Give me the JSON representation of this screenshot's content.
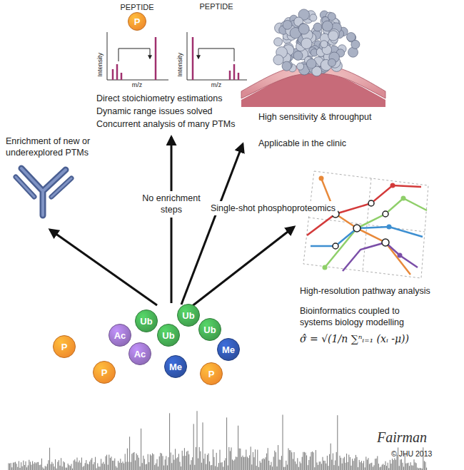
{
  "diagram": {
    "nodes": [
      {
        "text": [
          "PEPTIDE",
          "P"
        ]
      },
      {
        "text": [
          "P"
        ]
      },
      {
        "text": [
          "Ac"
        ]
      },
      {
        "text": [
          "Ac"
        ]
      },
      {
        "text": [
          "Ub"
        ]
      },
      {
        "text": [
          "Ub"
        ]
      },
      {
        "text": [
          "Ub"
        ]
      },
      {
        "text": [
          "Ub"
        ]
      },
      {
        "text": [
          "P"
        ]
      },
      {
        "text": [
          "Me"
        ]
      },
      {
        "text": [
          "Me"
        ]
      },
      {
        "text": [
          "P"
        ]
      }
    ],
    "labels": [
      "PEPTIDE",
      "Intensity",
      "m/z",
      "Intensity",
      "m/z",
      "Direct stoichiometry estimations",
      "Dynamic range issues solved",
      "Concurrent analysis of many PTMs",
      "Enrichment of new or underexplored PTMs",
      "No enrichment steps",
      "Single-shot phosphoproteomics",
      "High sensitivity & throughput",
      "Applicable in the clinic",
      "High-resolution pathway analysis",
      "Bioinformatics coupled to systems biology modelling",
      "σ̂ = √(1/n ∑ⁿᵢ₌₁ (xᵢ -μ))",
      "Fairman",
      "© JHU 2013"
    ]
  }
}
